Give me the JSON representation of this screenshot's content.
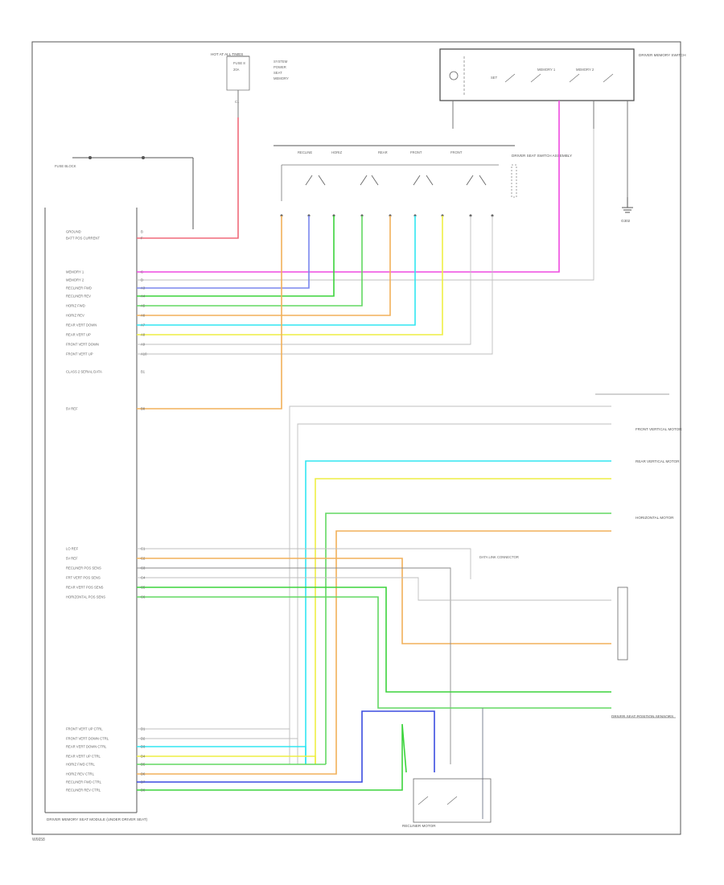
{
  "memory_seat_module_label": "DRIVER MEMORY SEAT MODULE (UNDER DRIVER SEAT)",
  "footer_code": "W6658",
  "top_fuse_label": "HOT AT ALL TIMES",
  "fuse_label": "FUSE BLOCK",
  "left_module_pins": [
    {
      "name": "GROUND",
      "pin": "B"
    },
    {
      "name": "BATT POS CURRENT",
      "pin": "F"
    },
    {
      "name": "MEMORY 1",
      "pin": "C"
    },
    {
      "name": "MEMORY 2",
      "pin": "D"
    },
    {
      "name": "RECLINER FWD",
      "pin": "A3"
    },
    {
      "name": "RECLINER REV",
      "pin": "A4"
    },
    {
      "name": "HORIZ FWD",
      "pin": "A5"
    },
    {
      "name": "HORIZ REV",
      "pin": "A6"
    },
    {
      "name": "REAR VERT DOWN",
      "pin": "A7"
    },
    {
      "name": "REAR VERT UP",
      "pin": "A8"
    },
    {
      "name": "FRONT VERT DOWN",
      "pin": "A9"
    },
    {
      "name": "FRONT VERT UP",
      "pin": "A10"
    },
    {
      "name": "CLASS 2 SERIAL DATA",
      "pin": "B1"
    },
    {
      "name": "5V REF",
      "pin": "B8"
    },
    {
      "name": "LO REF",
      "pin": "C1"
    },
    {
      "name": "5V REF",
      "pin": "C2"
    },
    {
      "name": "RECLINER POS SENS",
      "pin": "C3"
    },
    {
      "name": "FRT VERT POS SENS",
      "pin": "C4"
    },
    {
      "name": "REAR VERT POS SENS",
      "pin": "C5"
    },
    {
      "name": "HORIZONTAL POS SENS",
      "pin": "C6"
    },
    {
      "name": "FRONT VERT UP CTRL",
      "pin": "D1"
    },
    {
      "name": "FRONT VERT DOWN CTRL",
      "pin": "D2"
    },
    {
      "name": "REAR VERT DOWN CTRL",
      "pin": "D3"
    },
    {
      "name": "REAR VERT UP CTRL",
      "pin": "D4"
    },
    {
      "name": "HORIZ FWD CTRL",
      "pin": "D5"
    },
    {
      "name": "HORIZ REV CTRL",
      "pin": "D6"
    },
    {
      "name": "RECLINER FWD CTRL",
      "pin": "D7"
    },
    {
      "name": "RECLINER REV CTRL",
      "pin": "D8"
    }
  ],
  "wire_colors": [
    "RED",
    "LT GRN",
    "DK GRN",
    "TAN",
    "LT BLU",
    "YEL",
    "GRY",
    "PPL",
    "ORN",
    "BLK/WHT",
    "DK BLU"
  ],
  "memory_switch_label": "DRIVER MEMORY SWITCH",
  "seat_switch_label": "DRIVER SEAT SWITCH ASSEMBLY",
  "ground_label": "G302",
  "right_motor_labels": [
    "FRONT VERTICAL MOTOR",
    "REAR VERTICAL MOTOR",
    "HORIZONTAL MOTOR"
  ],
  "recliner_label": "RECLINER MOTOR",
  "position_sensor_label": "DRIVER SEAT POSITION SENSORS",
  "class2_label": "DATA LINK CONNECTOR",
  "colors": {
    "red": "#f06a7a",
    "pink": "#ee4ae0",
    "blue": "#7a86ee",
    "green": "#3cd43c",
    "lgreen": "#62d862",
    "orange": "#f2b05a",
    "cyan": "#31e6f2",
    "yellow": "#eeee44",
    "gray": "#bfbfbf",
    "dgray": "#8a8a8a",
    "navy": "#3b4ce0",
    "slate": "#7e8494"
  }
}
